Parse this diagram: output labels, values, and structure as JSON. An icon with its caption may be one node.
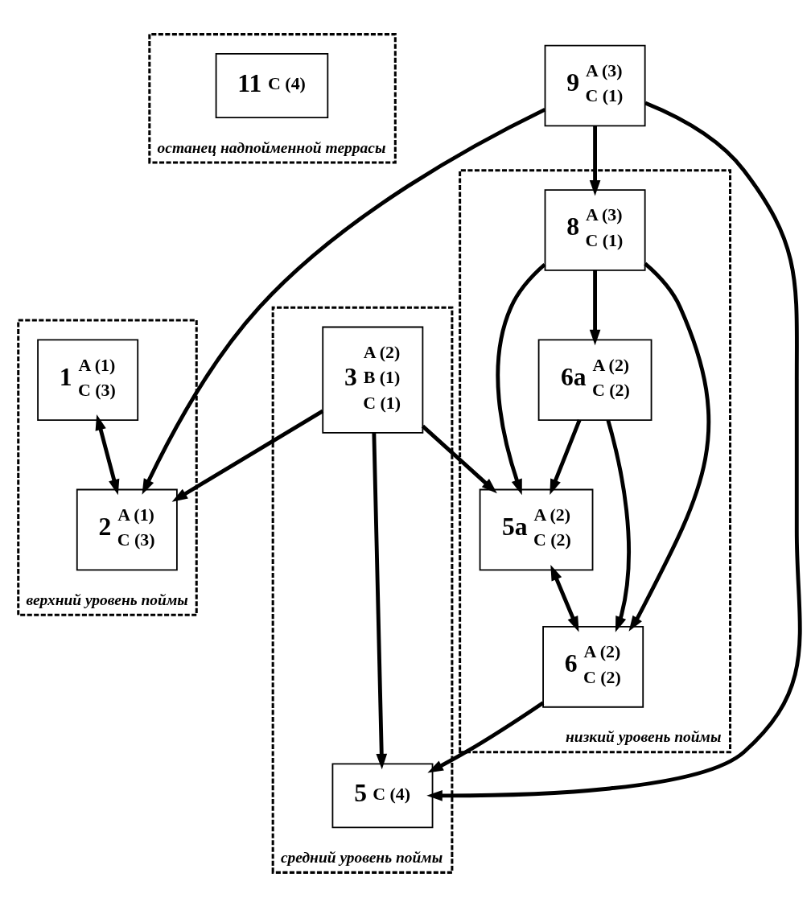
{
  "diagram": {
    "nodes": [
      {
        "text": [
          "останец надпойменной террасы"
        ]
      },
      {
        "text": [
          "11",
          "C (4)"
        ],
        "in": 0
      },
      {
        "text": [
          "верхний уровень поймы"
        ]
      },
      {
        "text": [
          "1",
          "A (1)",
          "C (3)"
        ],
        "in": 2
      },
      {
        "text": [
          "2",
          "A (1)",
          "C (3)"
        ],
        "in": 2
      },
      {
        "text": [
          "9",
          "A (3)",
          "C (1)"
        ]
      },
      {
        "text": [
          "средний уровень поймы"
        ]
      },
      {
        "text": [
          "3",
          "A (2)",
          "B (1)",
          "C (1)"
        ],
        "in": 6
      },
      {
        "text": [
          "5",
          "C (4)"
        ],
        "in": 6
      },
      {
        "text": [
          "низкий уровень поймы"
        ]
      },
      {
        "text": [
          "5a",
          "A (2)",
          "C (2)"
        ],
        "in": 9
      },
      {
        "text": [
          "6",
          "A (2)",
          "C (2)"
        ],
        "in": 9
      },
      {
        "text": [
          "6a",
          "A (2)",
          "C (2)"
        ],
        "in": 9
      },
      {
        "text": [
          "8",
          "A (3)",
          "C (1)"
        ],
        "in": 9
      }
    ],
    "edges": [
      {
        "from": 3,
        "to": 4,
        "arrow": "both"
      },
      {
        "from": 5,
        "to": 4,
        "arrow": "to"
      },
      {
        "from": 7,
        "to": 4,
        "arrow": "to"
      },
      {
        "from": 7,
        "to": 8,
        "arrow": "to"
      },
      {
        "from": 5,
        "to": 8,
        "arrow": "to"
      },
      {
        "from": 7,
        "to": 10,
        "arrow": "to"
      },
      {
        "from": 11,
        "to": 8,
        "arrow": "to"
      },
      {
        "from": 10,
        "to": 11,
        "arrow": "both"
      },
      {
        "from": 12,
        "to": 10,
        "arrow": "to"
      },
      {
        "from": 12,
        "to": 11,
        "arrow": "to"
      },
      {
        "from": 13,
        "to": 11,
        "arrow": "to"
      },
      {
        "from": 13,
        "to": 12,
        "arrow": "to"
      },
      {
        "from": 5,
        "to": 13,
        "arrow": "to"
      },
      {
        "from": 13,
        "to": 10,
        "arrow": "to"
      }
    ]
  }
}
